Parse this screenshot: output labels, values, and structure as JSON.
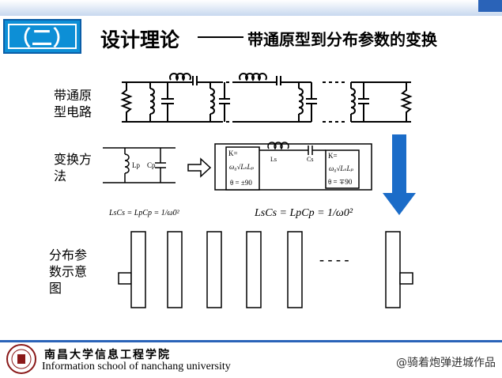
{
  "header": {
    "section": "（二）",
    "title": "设计理论",
    "subtitle": "带通原型到分布参数的变换"
  },
  "rows": {
    "prototype_label": "带通原型电路",
    "method_label": "变换方法",
    "distributed_label": "分布参数示意图"
  },
  "diagram": {
    "lp_label": "Lp",
    "cp_label": "Cp",
    "ls_label": "Ls",
    "cs_label": "Cs",
    "inv_k": "K=",
    "theta1": "θ = ±90",
    "theta2": "θ = ∓90",
    "eq_small": "LsCs = LpCp = 1/ω0²",
    "eq_large": "LsCs = LpCp = 1/ω0²",
    "dashes": "- - - -",
    "proto_dashes": "- - -"
  },
  "footer": {
    "school_cn": "南昌大学信息工程学院",
    "school_en": "Information school of nanchang university",
    "watermark": "@骑着炮弹进城作品"
  },
  "colors": {
    "accent_blue": "#0d8fd6",
    "arrow_blue": "#1b6cc8",
    "footer_blue": "#2a63b8"
  }
}
